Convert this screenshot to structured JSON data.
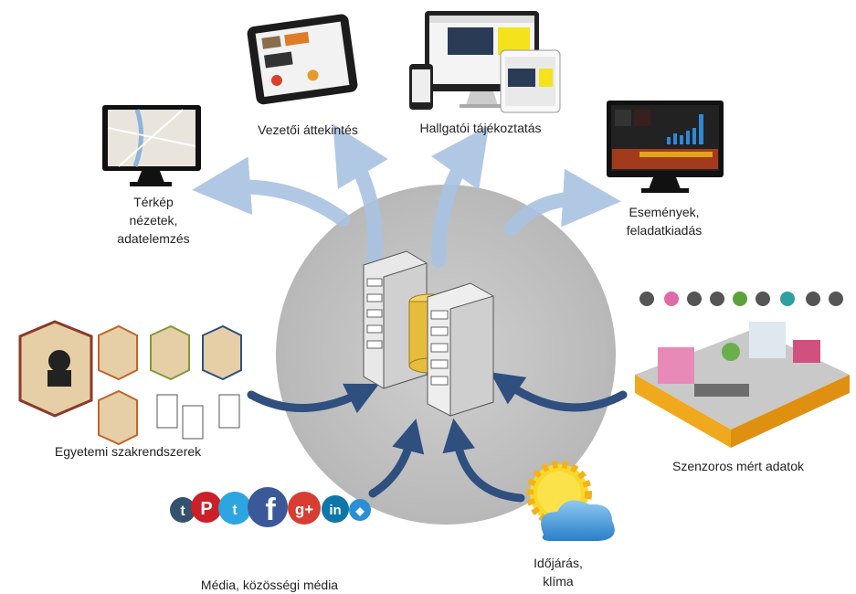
{
  "labels": {
    "management": "Vezetői áttekintés",
    "students": "Hallgatói tájékoztatás",
    "map": [
      "Térkép",
      "nézetek,",
      "adatelemzés"
    ],
    "events": [
      "Események,",
      "feladatkiadás"
    ],
    "university_systems": "Egyetemi szakrendszerek",
    "sensors": "Szenzoros mért adatok",
    "media": "Média, közösségi média",
    "weather": [
      "Időjárás,",
      "klíma"
    ]
  },
  "social_icons": [
    "t",
    "P",
    "twitter",
    "f",
    "g+",
    "in",
    "dropbox"
  ],
  "colors": {
    "hub": "#bdbdbd",
    "outgoing_arrow": "#a9c3e3",
    "incoming_arrow": "#2f4f7f",
    "server_tan": "#e6cfa6",
    "server_border": "#8a3a2a"
  }
}
